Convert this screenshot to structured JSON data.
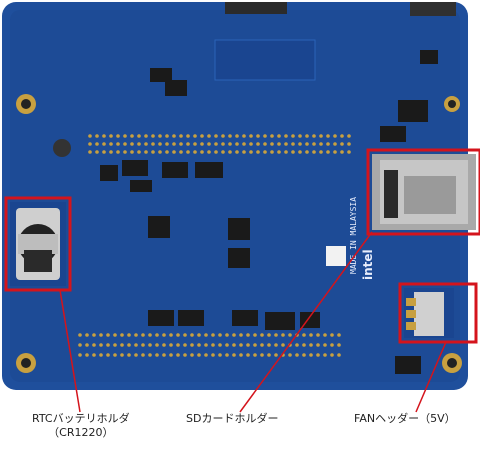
{
  "colors": {
    "board": "#1f4f9c",
    "board_dark": "#163b78",
    "trace": "#2a63b8",
    "highlight": "#d4141c",
    "pad_gold": "#c8a040",
    "component": "#1a1a1a",
    "sd_metal": "#b8b8b8"
  },
  "silkscreen": {
    "made_in": "MADE IN MALAYSIA",
    "brand": "intel"
  },
  "callouts": {
    "rtc_line1": "RTCバッテリホルダ",
    "rtc_line2": "（CR1220）",
    "sd": "SDカードホルダー",
    "fan": "FANヘッダー（5V）"
  }
}
